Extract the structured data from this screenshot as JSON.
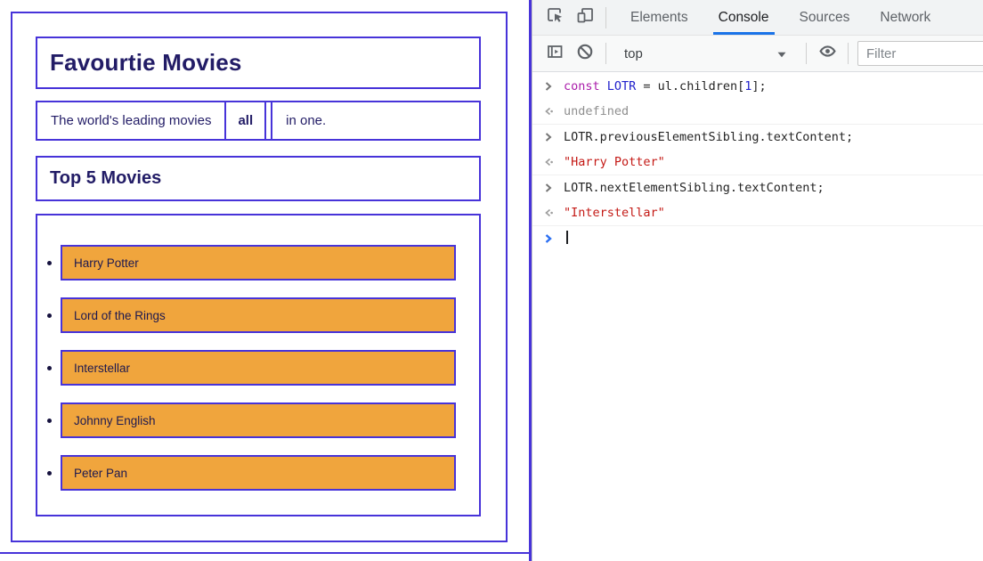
{
  "page": {
    "title": "Favourtie Movies",
    "tagline": {
      "part1": "The world's leading movies",
      "highlight": "all",
      "part2": "in one."
    },
    "section_title": "Top 5 Movies",
    "movies": [
      "Harry Potter",
      "Lord of the Rings",
      "Interstellar",
      "Johnny English",
      "Peter Pan"
    ],
    "colors": {
      "border": "#4733d9",
      "text": "#221c66",
      "item_bg": "#f0a53d"
    }
  },
  "devtools": {
    "tabs": [
      {
        "label": "Elements",
        "active": false
      },
      {
        "label": "Console",
        "active": true
      },
      {
        "label": "Sources",
        "active": false
      },
      {
        "label": "Network",
        "active": false
      }
    ],
    "toolbar": {
      "frame_selector": "top",
      "filter_placeholder": "Filter"
    },
    "console": {
      "entries": [
        {
          "kind": "input",
          "segments": [
            {
              "t": "const ",
              "c": "keyword"
            },
            {
              "t": "LOTR ",
              "c": "variable"
            },
            {
              "t": "= ul.children[",
              "c": "plain"
            },
            {
              "t": "1",
              "c": "number"
            },
            {
              "t": "];",
              "c": "plain"
            }
          ]
        },
        {
          "kind": "result",
          "segments": [
            {
              "t": "undefined",
              "c": "muted"
            }
          ]
        },
        {
          "kind": "input",
          "segments": [
            {
              "t": "LOTR.previousElementSibling.textContent;",
              "c": "plain"
            }
          ]
        },
        {
          "kind": "result",
          "segments": [
            {
              "t": "\"Harry Potter\"",
              "c": "string"
            }
          ]
        },
        {
          "kind": "input",
          "segments": [
            {
              "t": "LOTR.nextElementSibling.textContent;",
              "c": "plain"
            }
          ]
        },
        {
          "kind": "result",
          "segments": [
            {
              "t": "\"Interstellar\"",
              "c": "string"
            }
          ]
        },
        {
          "kind": "prompt",
          "segments": []
        }
      ]
    },
    "colors": {
      "accent": "#1a73e8",
      "string": "#c41a16",
      "keyword": "#aa1caa",
      "variable": "#2222cc",
      "muted": "#8e8e8e"
    }
  }
}
